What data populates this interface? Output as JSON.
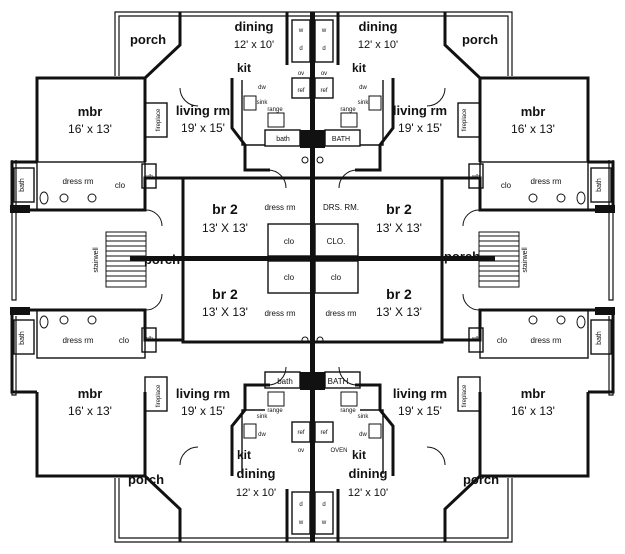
{
  "labels": {
    "porch": "porch",
    "dining": "dining",
    "dining_dim": "12' x 10'",
    "kit": "kit",
    "mbr": "mbr",
    "mbr_dim": "16' x 13'",
    "living": "living rm",
    "living_dim": "19' x 15'",
    "br2": "br 2",
    "br2_dim": "13' X 13'",
    "dress_rm": "dress rm",
    "drs_rm": "DRS. RM.",
    "clo": "clo",
    "clo_caps": "CLO.",
    "bath": "bath",
    "bath_caps": "BATH",
    "stairwell": "stairwell",
    "fireplace": "fireplace",
    "range": "range",
    "sink": "sink",
    "dw": "dw",
    "ref": "ref",
    "ov": "ov",
    "oven": "OVEN",
    "w": "w",
    "d": "d",
    "w_h": "w/h"
  }
}
